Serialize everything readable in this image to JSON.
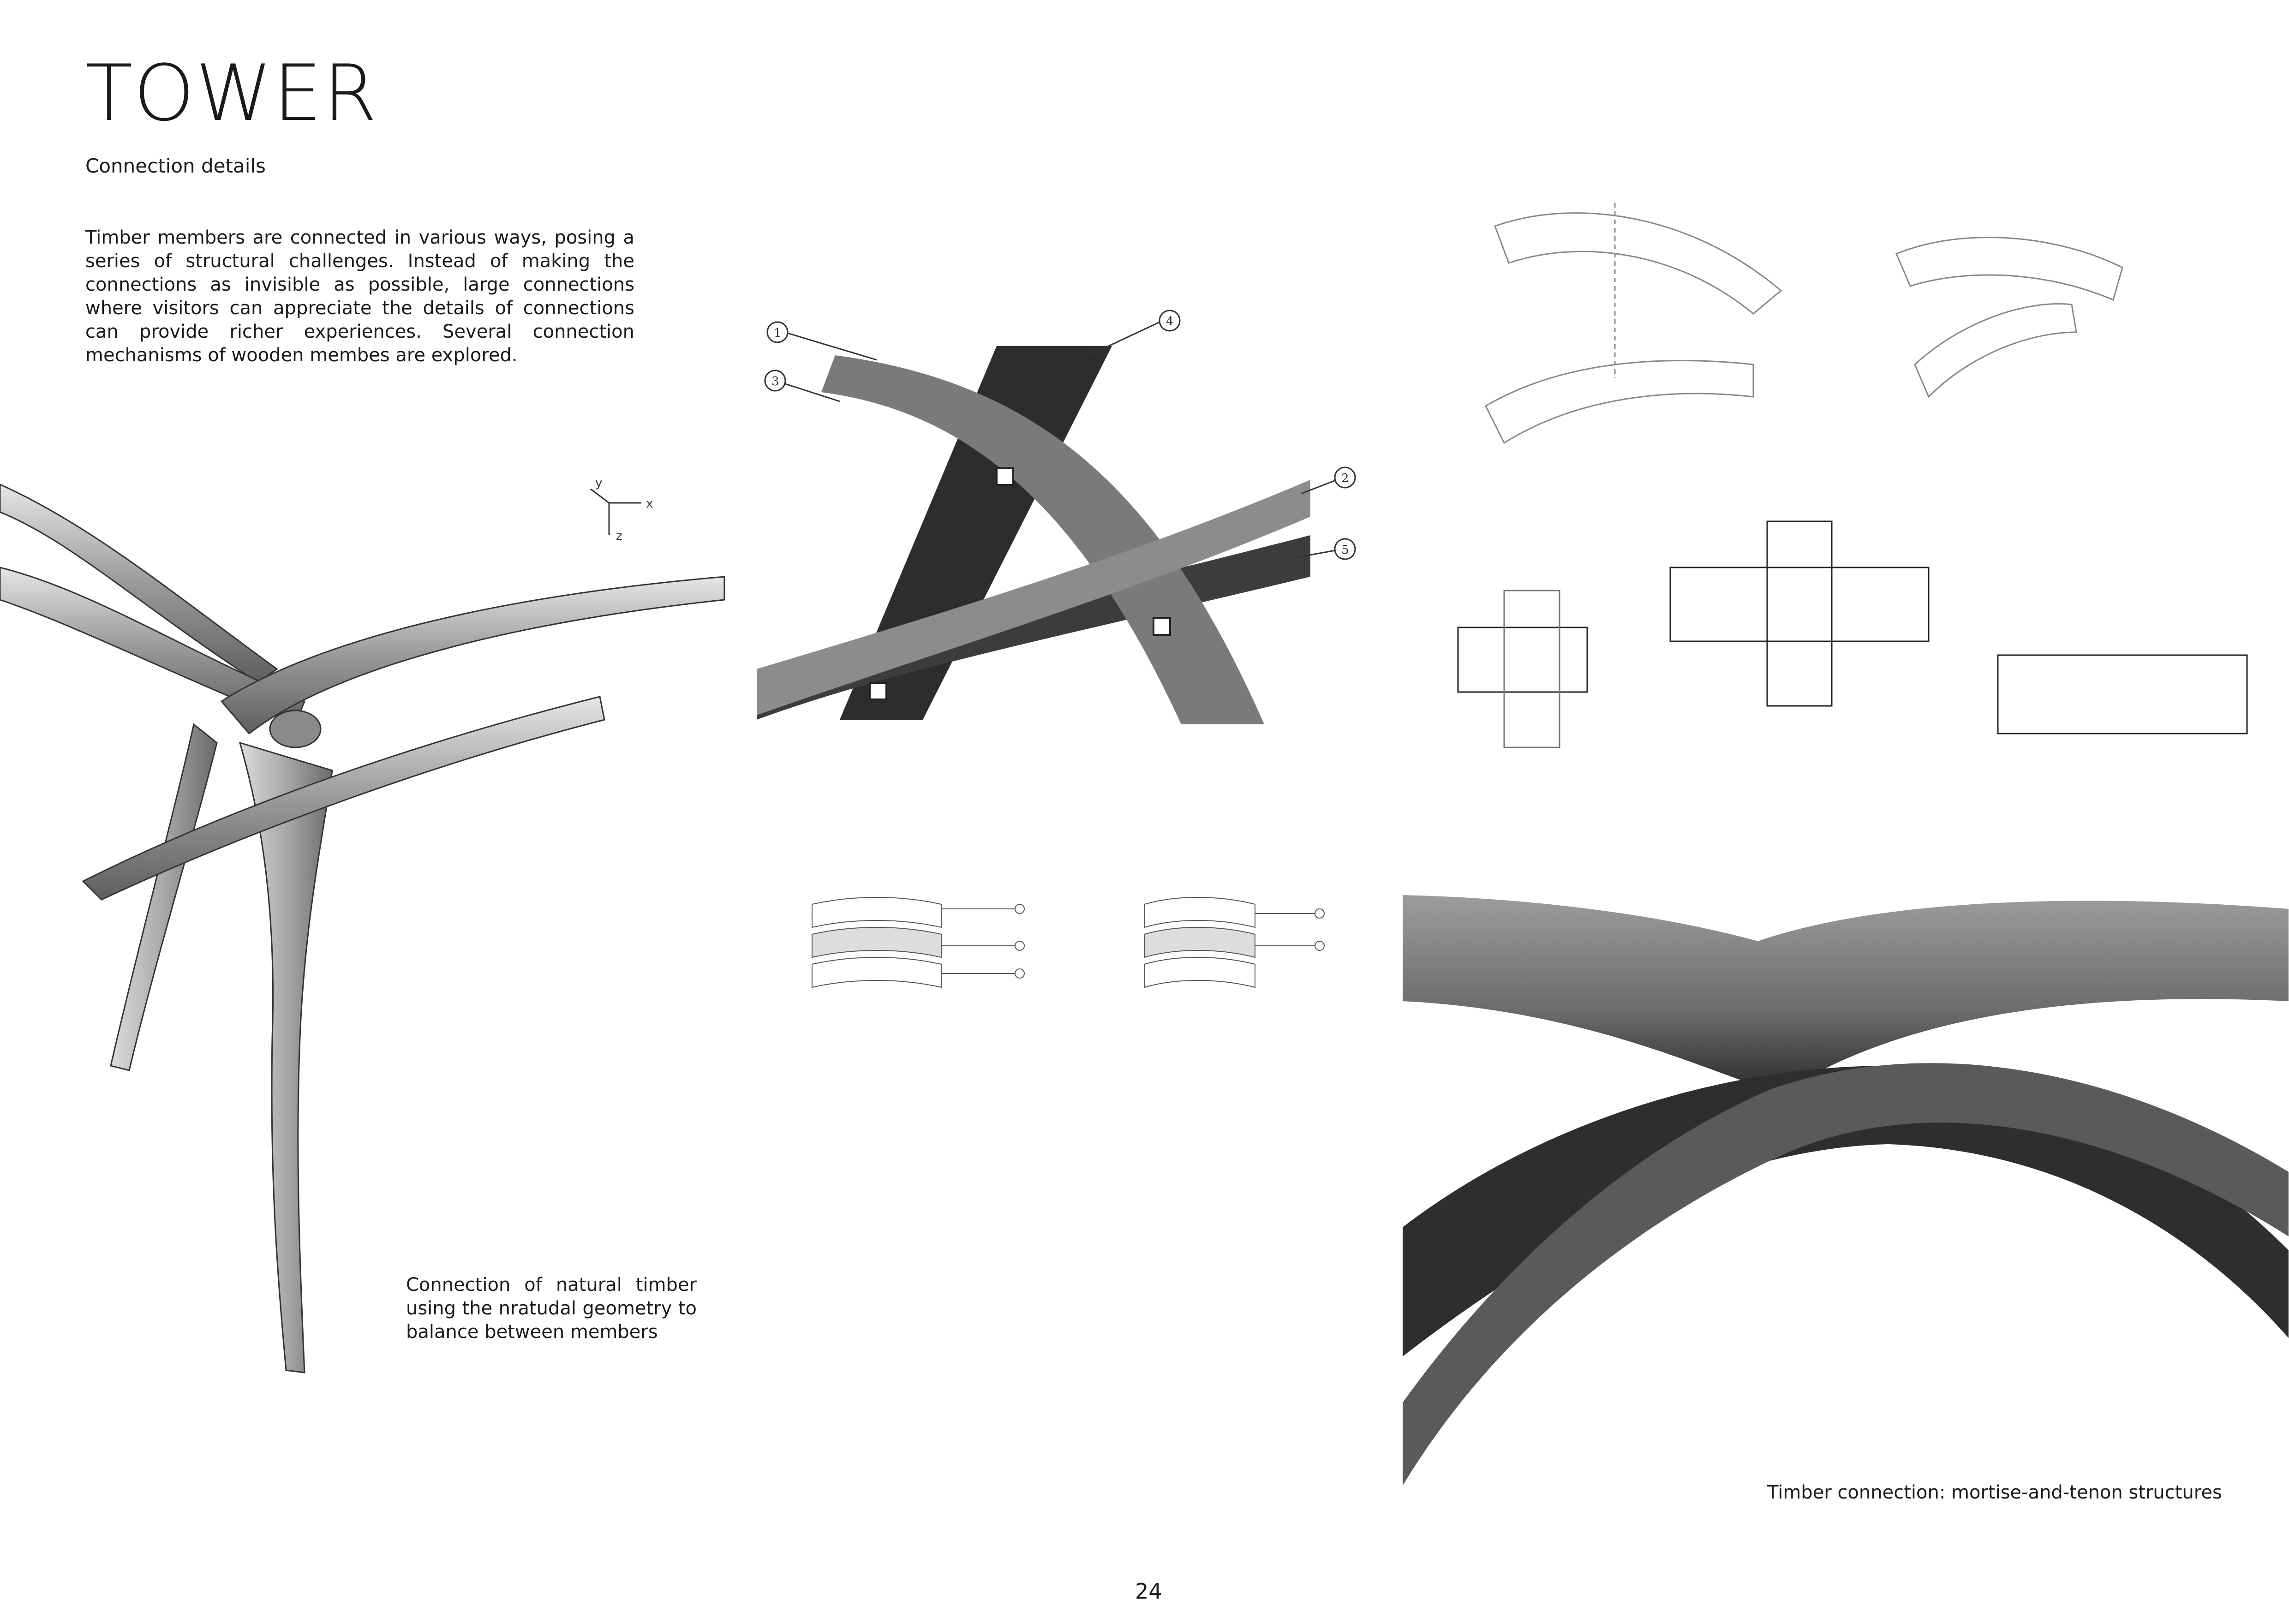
{
  "header": {
    "title": "TOWER",
    "subtitle": "Connection details"
  },
  "intro": {
    "text": "Timber members are connected in various ways, posing a series of structural challenges. Instead of making the connections as invisible as possible, large connections where visitors can appreciate the details of connections can provide richer experiences. Several connection mechanisms of wooden membes are explored."
  },
  "drawings": {
    "axis_labels": [
      "y",
      "x",
      "z"
    ],
    "callout_labels": [
      "1",
      "4",
      "3",
      "2",
      "5"
    ]
  },
  "captions": {
    "natural_timber": "Connection of natural timber using the nratudal geometry to balance between members",
    "mortise_tenon": "Timber connection: mortise-and-tenon structures"
  },
  "footer": {
    "page_number": "24"
  }
}
